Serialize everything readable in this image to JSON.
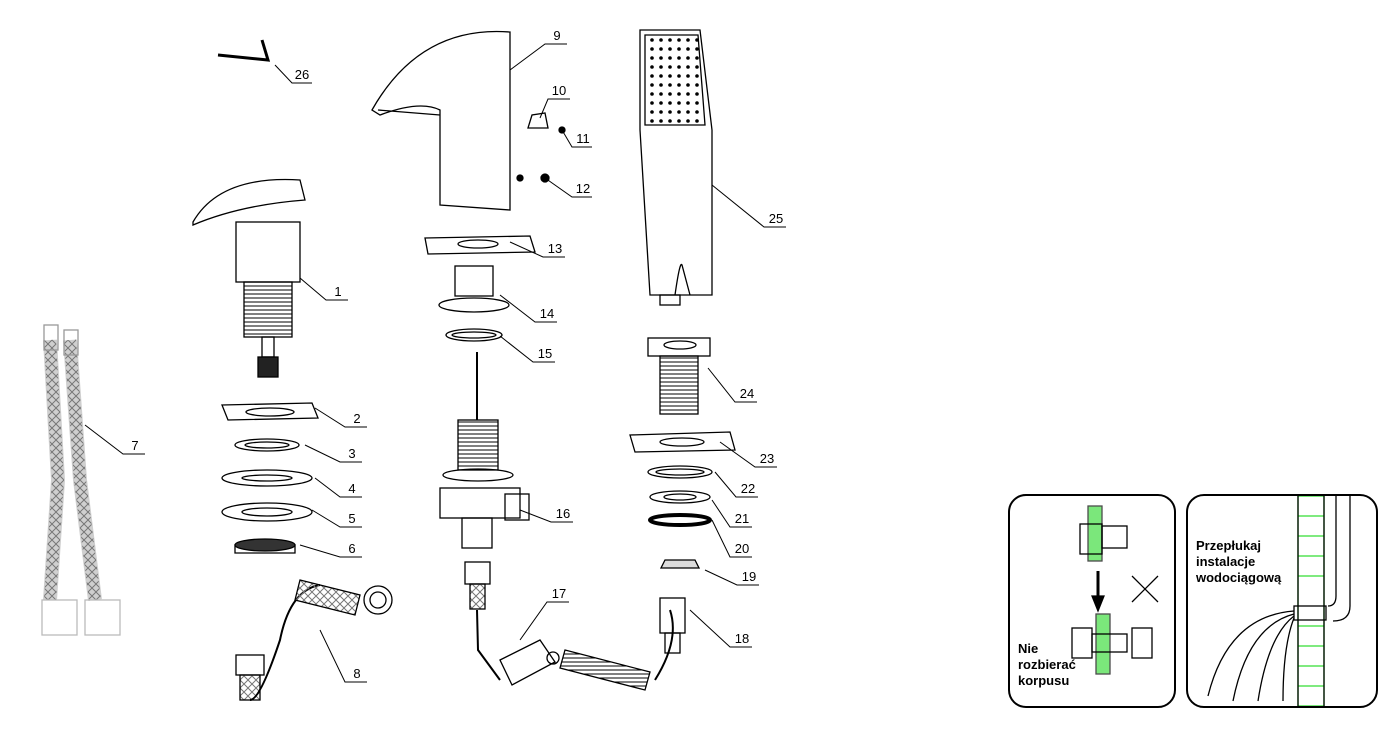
{
  "diagram": {
    "part_numbers": [
      "1",
      "2",
      "3",
      "4",
      "5",
      "6",
      "7",
      "8",
      "9",
      "10",
      "11",
      "12",
      "13",
      "14",
      "15",
      "16",
      "17",
      "18",
      "19",
      "20",
      "21",
      "22",
      "23",
      "24",
      "25",
      "26"
    ]
  },
  "warnings": {
    "no_disassemble": {
      "line1": "Nie",
      "line2": "rozbierać",
      "line3": "korpusu"
    },
    "flush": {
      "line1": "Przepłukaj",
      "line2": "instalacje",
      "line3": "wodociągową"
    }
  },
  "colors": {
    "line": "#000000",
    "hatch": "#33dd33",
    "hose": "#999999"
  }
}
